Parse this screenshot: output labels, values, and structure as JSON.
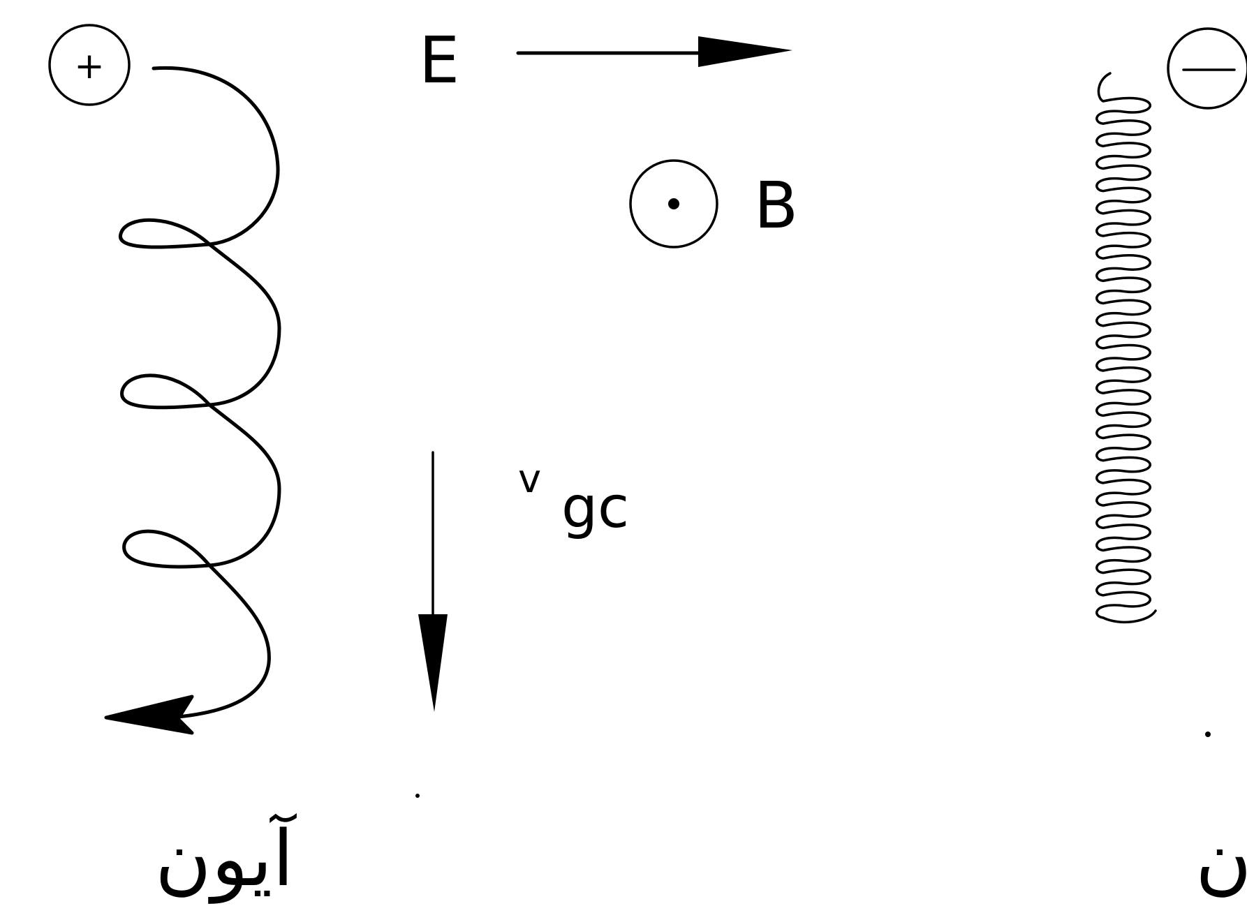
{
  "labels": {
    "electric_field": "E",
    "magnetic_field": "B",
    "drift_velocity": "v",
    "drift_velocity_subscript": "gc",
    "ion_caption": "آیون",
    "electron_caption": "إلكترون",
    "ion_charge_sign": "+",
    "electron_charge_sign": "−"
  },
  "icons": {
    "magnetic_field_direction": "dot-in-circle-out-of-page-icon",
    "ion_particle": "plus-circle-icon",
    "electron_particle": "minus-circle-icon"
  },
  "colors": {
    "ink": "#000000",
    "background": "#ffffff"
  }
}
